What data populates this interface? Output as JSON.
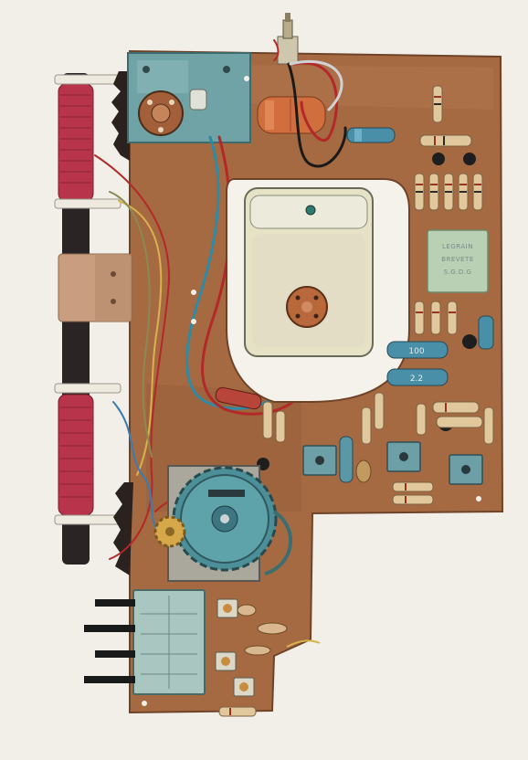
{
  "illustration": {
    "board_color": "#a66a43",
    "board_dark": "#7e4c2e",
    "paper_color": "#f1efe8",
    "component_label": {
      "line1": "LEGRAIN",
      "line2": "BREVETE",
      "line3": "S.G.D.G"
    }
  },
  "capacitor_marks": [
    "100",
    "2.2"
  ]
}
